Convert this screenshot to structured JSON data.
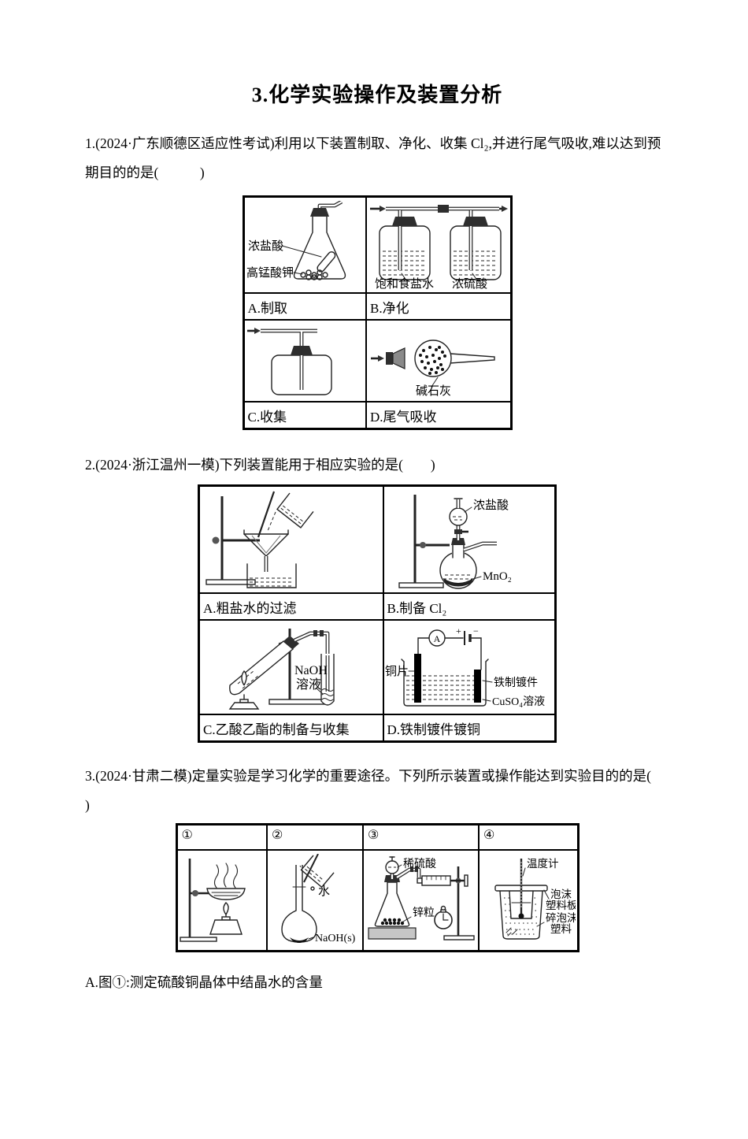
{
  "doc": {
    "title": "3.化学实验操作及装置分析"
  },
  "q1": {
    "stem": "1.(2024·广东顺德区适应性考试)利用以下装置制取、净化、收集 Cl₂,并进行尾气吸收,难以达到预期目的的是(　　　)",
    "options": [
      "A.制取",
      "B.净化",
      "C.收集",
      "D.尾气吸收"
    ],
    "labels": {
      "conc_hcl": "浓盐酸",
      "kmno4": "高锰酸钾",
      "sat_brine": "饱和食盐水",
      "conc_h2so4": "浓硫酸",
      "soda_lime": "碱石灰"
    }
  },
  "q2": {
    "stem": "2.(2024·浙江温州一模)下列装置能用于相应实验的是(　　)",
    "options": [
      "A.粗盐水的过滤",
      "B.制备 Cl₂",
      "C.乙酸乙酯的制备与收集",
      "D.铁制镀件镀铜"
    ],
    "labels": {
      "conc_hcl": "浓盐酸",
      "mno2": "MnO₂",
      "naoh_line1": "NaOH",
      "naoh_line2": "溶液",
      "copper_sheet": "铜片",
      "iron_piece": "铁制镀件",
      "cuso4_solution": "CuSO₄溶液"
    }
  },
  "q3": {
    "stem_open": "3.(2024·甘肃二模)定量实验是学习化学的重要途径。下列所示装置或操作能达到实验目的的是(",
    "stem_close": ")",
    "headers": [
      "①",
      "②",
      "③",
      "④"
    ],
    "labels": {
      "water": "水",
      "naoh_solid": "NaOH(s)",
      "dilute_h2so4": "稀硫酸",
      "zinc_granules": "锌粒",
      "thermometer": "温度计",
      "foam_line1": "泡沫",
      "foam_line2": "塑料板",
      "foam_line3": "碎泡沫",
      "foam_line4": "塑料"
    },
    "option_a": "A.图①:测定硫酸铜晶体中结晶水的含量"
  }
}
